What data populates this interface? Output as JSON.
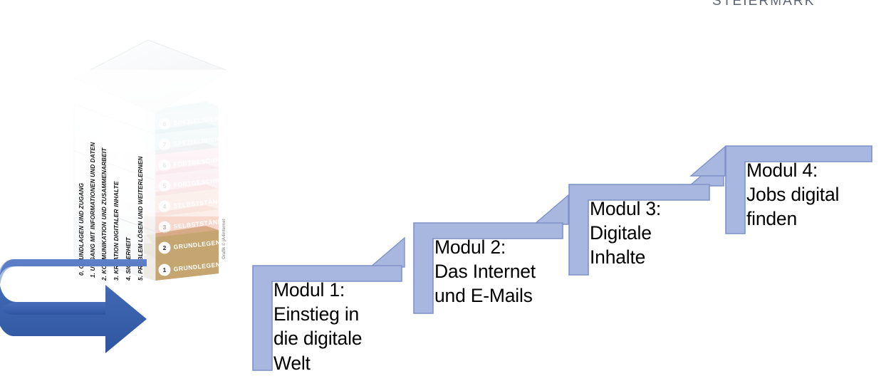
{
  "brand": {
    "wordmark": "STEIERMARK"
  },
  "colors": {
    "step_fill": "#a7b7e0",
    "step_fill_light": "#b8c5e8",
    "step_stroke": "#7f92c6",
    "arrow_blue": "#3b62ae",
    "arrow_blue_light": "#4f74c0",
    "tier_grundlegend": "#c6a670",
    "tier_selbststaendig": "#f3b9a6",
    "tier_fortgeschritten": "#f0b8c8",
    "tier_spezialisiert": "#a9d4d6",
    "wordmark_color": "#5b6474"
  },
  "pyramid": {
    "credit": "Grafik © jA4internet",
    "competence_areas": [
      {
        "label": "0. GRUNDLAGEN UND ZUGANG",
        "bold_part": "0. GRUNDLAGEN"
      },
      {
        "label": "1. UMGANG MIT INFORMATIONEN UND DATEN",
        "bold_part": "1. UMGANG MIT"
      },
      {
        "label": "2. KOMMUNIKATION UND ZUSAMMENARBEIT",
        "bold_part": "2. KOMMUNIKATION"
      },
      {
        "label": "3. KREATION DIGITALER INHALTE",
        "bold_part": "3. KREATION DIGITALER"
      },
      {
        "label": "4. SICHERHEIT",
        "bold_part": "4. SICHERHEIT"
      },
      {
        "label": "5. PROBLEM LÖSEN UND WEITERLERNEN",
        "bold_part": "5. PROBLEM LÖSEN"
      }
    ],
    "levels": [
      {
        "number": "8",
        "name": "SPEZIALISIERT",
        "group": "spezialisiert",
        "active": false
      },
      {
        "number": "7",
        "name": "SPEZIALISIERT",
        "group": "spezialisiert",
        "active": false
      },
      {
        "number": "6",
        "name": "FORTGESCHRITTEN",
        "group": "fortgeschritten",
        "active": false
      },
      {
        "number": "5",
        "name": "FORTGESCHRITTEN",
        "group": "fortgeschritten",
        "active": false
      },
      {
        "number": "4",
        "name": "SELBSTSTÄNDIG",
        "group": "selbststaendig",
        "active": false
      },
      {
        "number": "3",
        "name": "SELBSTSTÄNDIG",
        "group": "selbststaendig",
        "active": false
      },
      {
        "number": "2",
        "name": "GRUNDLEGEND",
        "group": "grundlegend",
        "active": true
      },
      {
        "number": "1",
        "name": "GRUNDLEGEND",
        "group": "grundlegend",
        "active": true
      }
    ]
  },
  "staircase": {
    "steps": [
      {
        "index": "1",
        "caption": "Modul 1:\nEinstieg in\ndie digitale\nWelt"
      },
      {
        "index": "2",
        "caption": "Modul 2:\nDas Internet\nund E-Mails"
      },
      {
        "index": "3",
        "caption": "Modul 3:\nDigitale\nInhalte"
      },
      {
        "index": "4",
        "caption": "Modul 4:\nJobs digital\nfinden"
      }
    ]
  }
}
